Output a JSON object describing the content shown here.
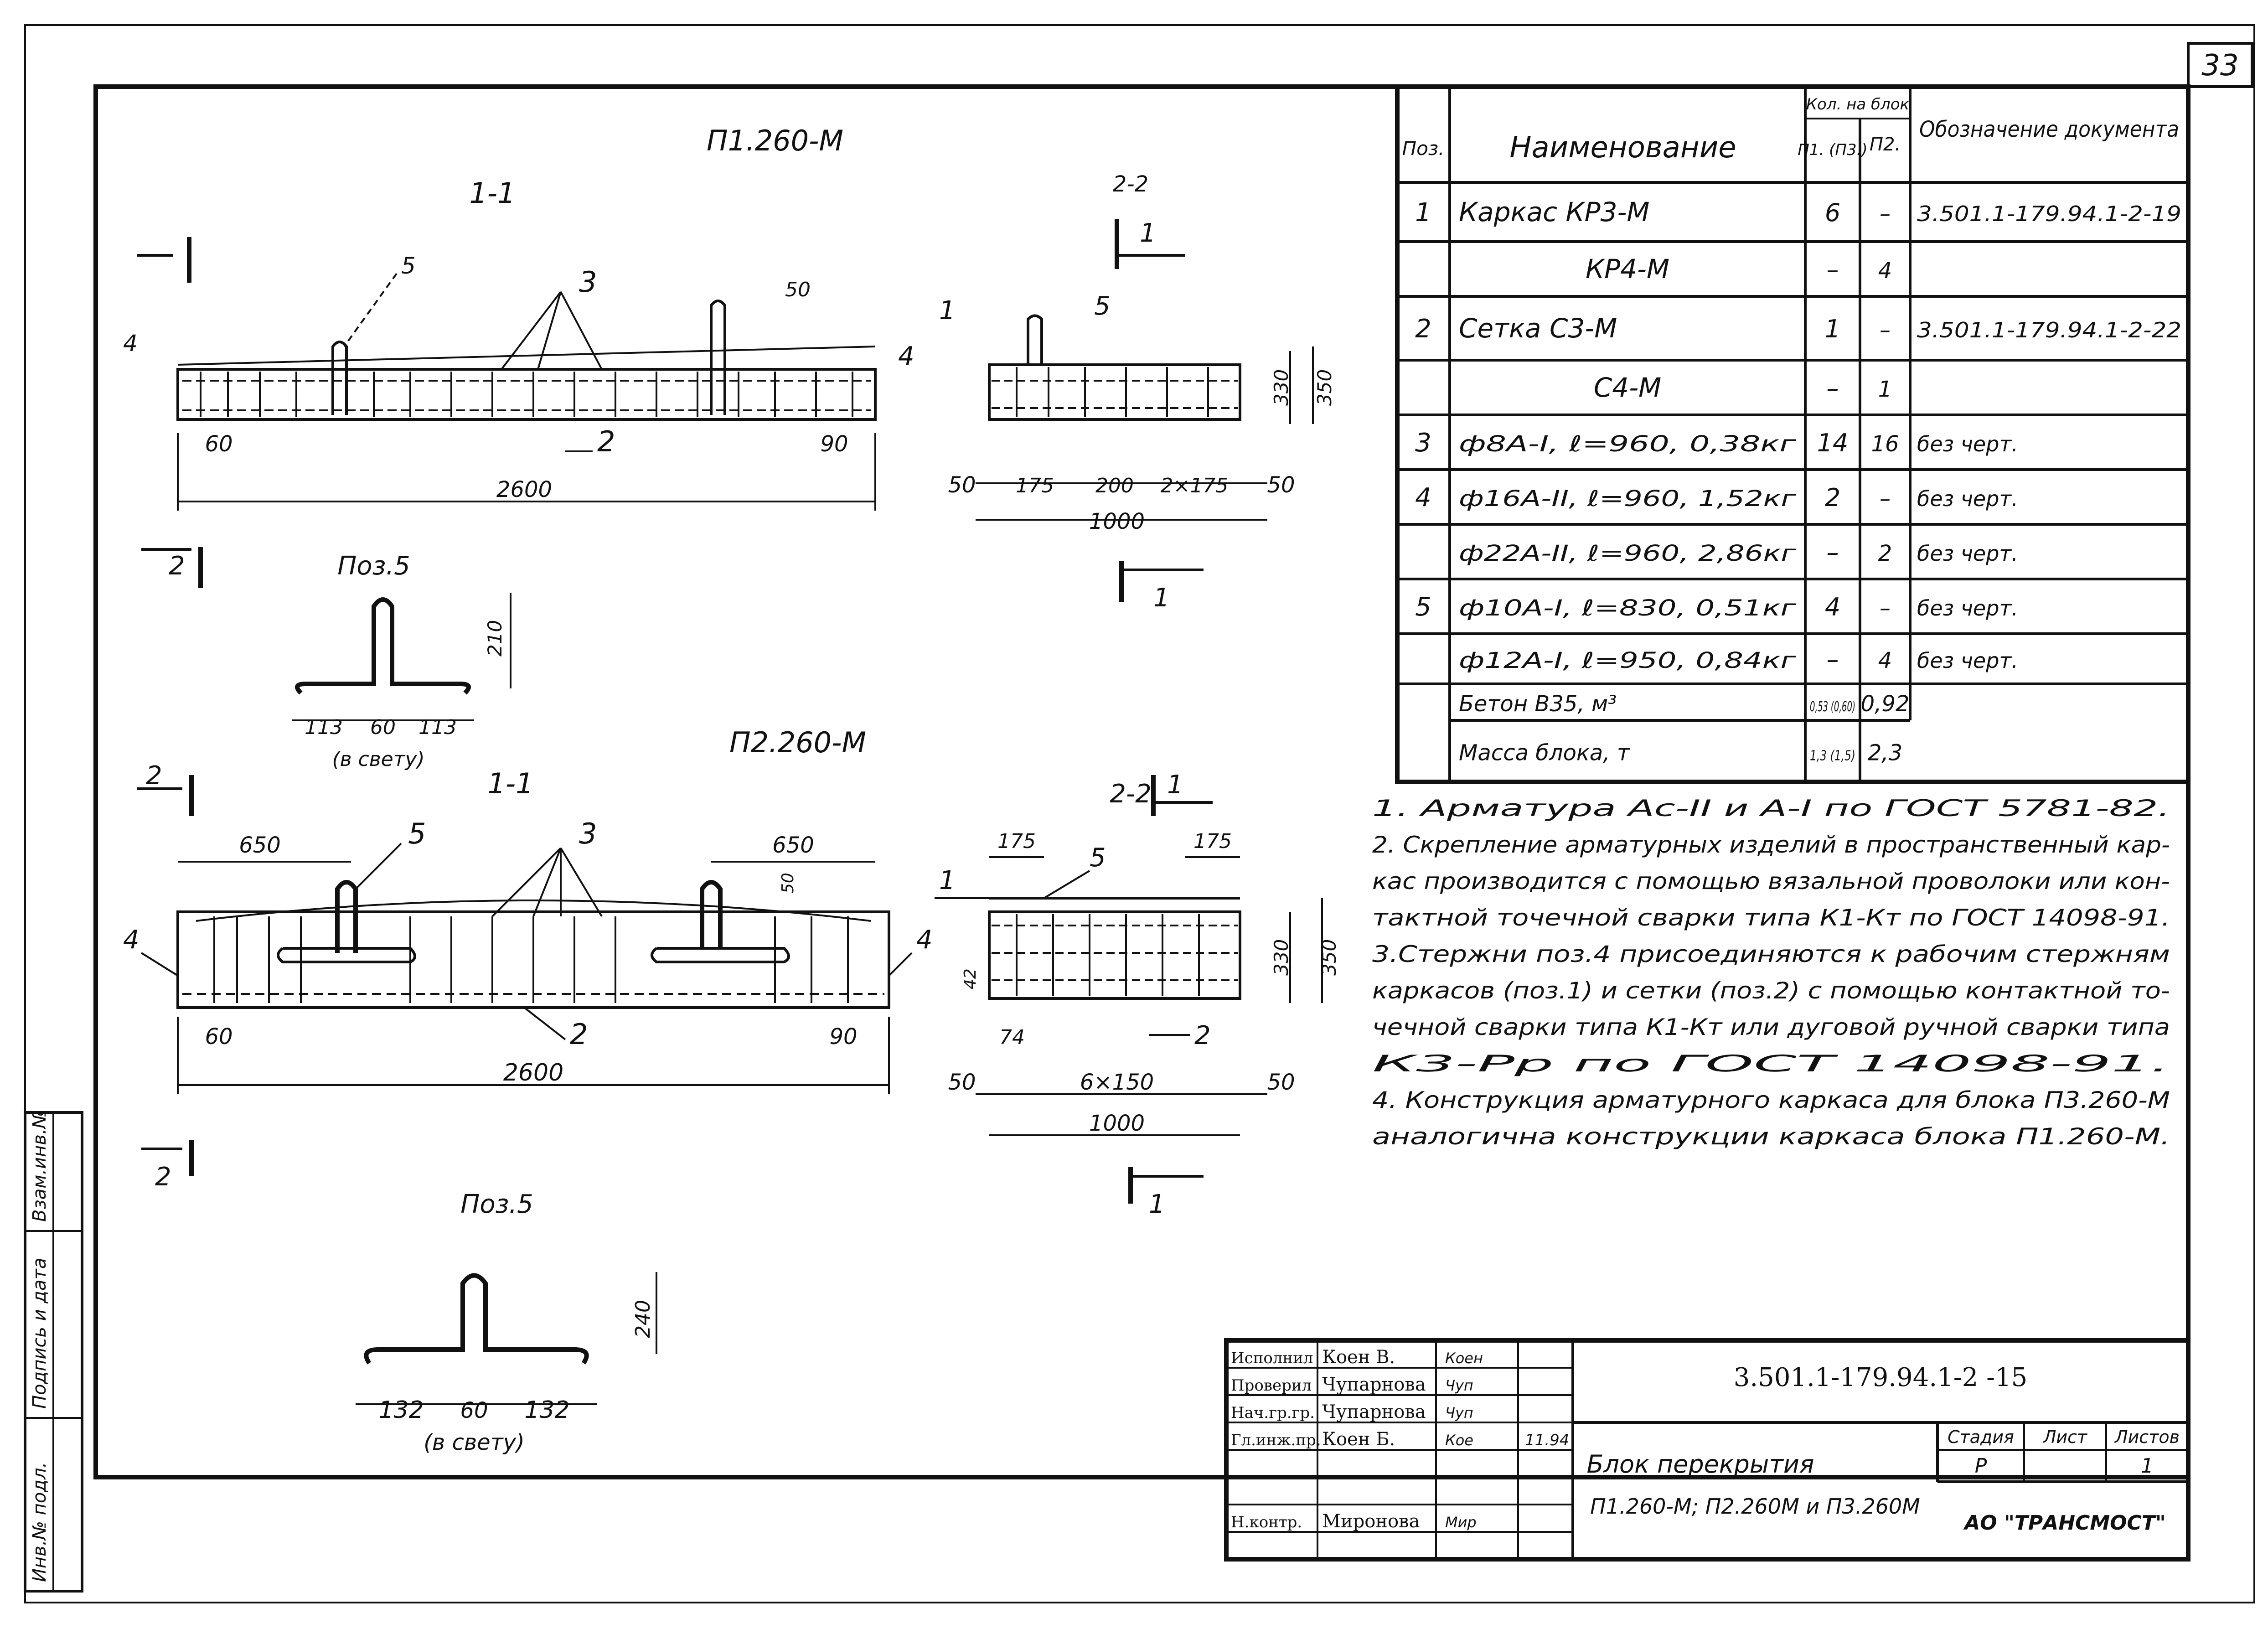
{
  "page_number": "33",
  "drawing": {
    "block1_title": "П1.260-М",
    "block2_title": "П2.260-М",
    "section_label": "1-1",
    "section_label_2": "2-2",
    "cut_1": "1",
    "cut_2": "2",
    "pos5_label": "Поз.5",
    "dims_top": {
      "len": "2600",
      "left_off": "60",
      "right_off": "90",
      "rod_pitch": "650",
      "w_total": "1000",
      "w_50": "50",
      "w_175": "175",
      "w_200": "200",
      "w_2x175": "2×175",
      "h_330": "330",
      "h_350": "350",
      "h_210": "210",
      "p5_left": "113",
      "p5_mid": "60",
      "p5_right": "113",
      "p5_note": "(в свету)"
    },
    "dims_bottom": {
      "len": "2600",
      "left_off": "60",
      "right_off": "90",
      "rod_pitch": "650",
      "top_dim": "50",
      "w_total": "1000",
      "w_50": "50",
      "w_6x150": "6×150",
      "w_74": "74",
      "w_175": "175",
      "h_330": "330",
      "h_350": "350",
      "h_42": "42",
      "p5_left": "132",
      "p5_mid": "60",
      "p5_right": "132",
      "p5_h": "240",
      "p5_note": "(в свету)"
    },
    "callouts": {
      "c1": "1",
      "c2": "2",
      "c3": "3",
      "c4": "4",
      "c5": "5"
    }
  },
  "spec_table": {
    "headers": {
      "pos": "Поз.",
      "name": "Наименование",
      "qty_top": "Кол. на блок",
      "qty_p1": "П1. (П3.)",
      "qty_p2": "П2.",
      "doc": "Обозначение документа"
    },
    "rows": [
      {
        "pos": "1",
        "name": "Каркас КР3-М",
        "q1": "6",
        "q2": "–",
        "doc": "3.501.1-179.94.1-2-19"
      },
      {
        "pos": "",
        "name": "КР4-М",
        "q1": "–",
        "q2": "4",
        "doc": ""
      },
      {
        "pos": "2",
        "name": "Сетка С3-М",
        "q1": "1",
        "q2": "–",
        "doc": "3.501.1-179.94.1-2-22"
      },
      {
        "pos": "",
        "name": "С4-М",
        "q1": "–",
        "q2": "1",
        "doc": ""
      },
      {
        "pos": "3",
        "name": "ф8А-I, ℓ=960, 0,38кг",
        "q1": "14",
        "q2": "16",
        "doc": "без черт."
      },
      {
        "pos": "4",
        "name": "ф16А-II, ℓ=960, 1,52кг",
        "q1": "2",
        "q2": "–",
        "doc": "без черт."
      },
      {
        "pos": "",
        "name": "ф22А-II, ℓ=960, 2,86кг",
        "q1": "–",
        "q2": "2",
        "doc": "без черт."
      },
      {
        "pos": "5",
        "name": "ф10А-I, ℓ=830, 0,51кг",
        "q1": "4",
        "q2": "–",
        "doc": "без черт."
      },
      {
        "pos": "",
        "name": "ф12А-I, ℓ=950, 0,84кг",
        "q1": "–",
        "q2": "4",
        "doc": "без черт."
      },
      {
        "pos": "",
        "name": "Бетон В35, м³",
        "q1": "0,53 (0,60)",
        "q2": "0,92",
        "doc": ""
      },
      {
        "pos": "",
        "name": "Масса блока, т",
        "q1": "1,3 (1,5)",
        "q2": "2,3",
        "doc": ""
      }
    ]
  },
  "notes": [
    "1. Арматура Ас-II и А-I по ГОСТ 5781-82.",
    "2. Скрепление арматурных изделий в пространственный кар-",
    "кас производится с помощью вязальной проволоки или кон-",
    "тактной точечной сварки типа К1-Кт по ГОСТ 14098-91.",
    "3.Стержни поз.4 присоединяются к рабочим стержням",
    "каркасов (поз.1) и сетки (поз.2) с помощью контактной то-",
    "чечной сварки типа К1-Кт или дуговой ручной сварки типа",
    "К3-Рр по ГОСТ 14098-91.",
    "4. Конструкция арматурного каркаса для блока П3.260-М",
    "аналогична конструкции каркаса блока П1.260-М."
  ],
  "title_block": {
    "roles": [
      {
        "role": "Исполнил",
        "name": "Коен В.",
        "sign": "Коен"
      },
      {
        "role": "Проверил",
        "name": "Чупарнова",
        "sign": "Чуп"
      },
      {
        "role": "Нач.гр.гр.",
        "name": "Чупарнова",
        "sign": "Чуп"
      },
      {
        "role": "Гл.инж.пр.",
        "name": "Коен Б.",
        "sign": "Кое",
        "date": "11.94"
      },
      {
        "role": "",
        "name": "",
        "sign": ""
      },
      {
        "role": "",
        "name": "",
        "sign": ""
      },
      {
        "role": "Н.контр.",
        "name": "Миронова",
        "sign": "Мир"
      }
    ],
    "doc_code": "3.501.1-179.94.1-2 -15",
    "title_line1": "Блок перекрытия",
    "title_line2": "П1.260-М; П2.260М и П3.260М",
    "stage_label": "Стадия",
    "sheet_label": "Лист",
    "sheets_label": "Листов",
    "stage": "Р",
    "sheets": "1",
    "org": "АО \"ТРАНСМОСТ\""
  },
  "side_stamp": {
    "inv": "Инв.№ подл.",
    "sign_date": "Подпись и дата",
    "vzam": "Взам.инв.№"
  }
}
